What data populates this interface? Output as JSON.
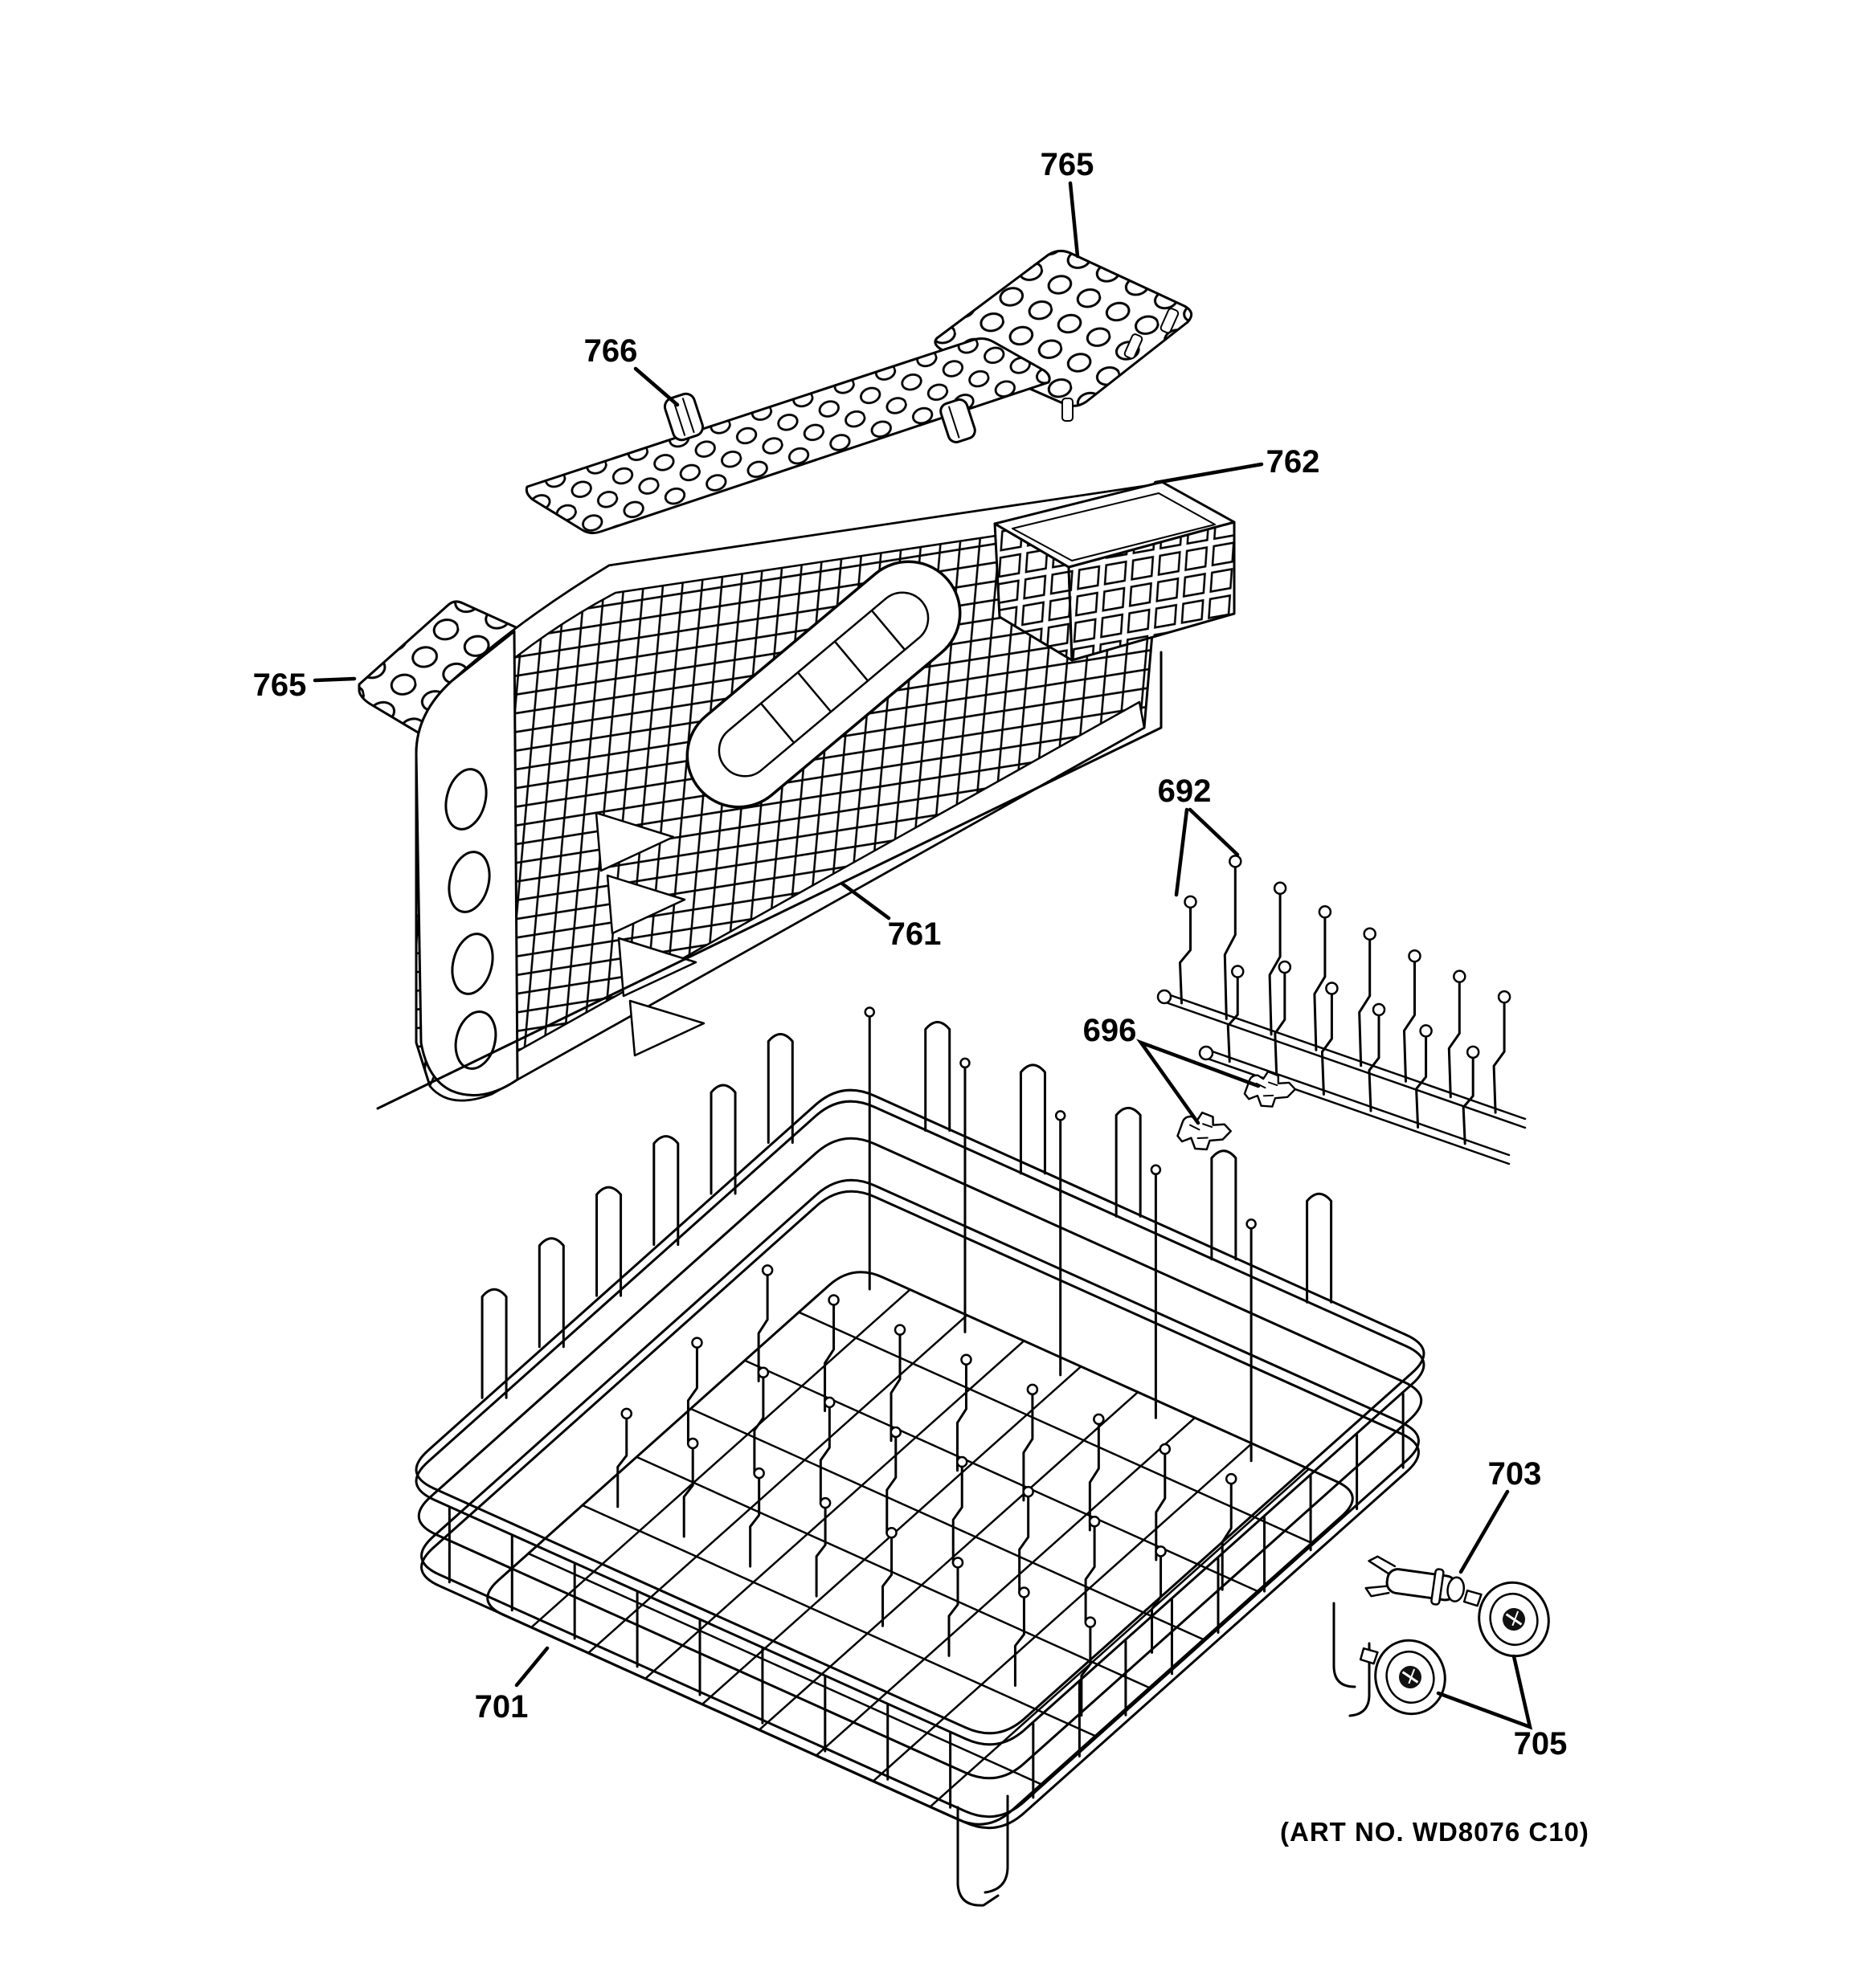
{
  "footer": {
    "art_no": "(ART NO. WD8076 C10)"
  },
  "labels": {
    "top_plate": "765",
    "lid_knob": "766",
    "insert_basket": "762",
    "left_plate": "765",
    "tine_row": "692",
    "tine_clips": "696",
    "silverware_basket": "761",
    "lower_rack": "701",
    "roller_stud": "703",
    "rollers": "705"
  }
}
